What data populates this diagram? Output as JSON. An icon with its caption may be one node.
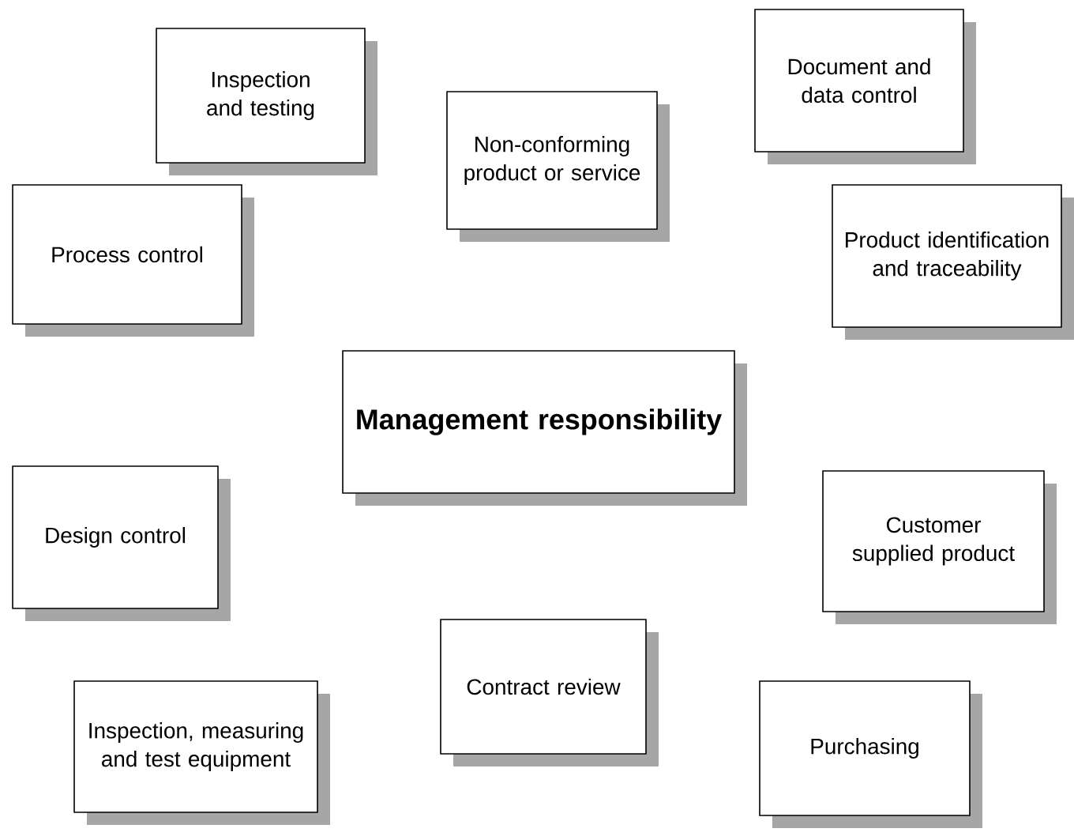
{
  "diagram": {
    "nodes": [
      {
        "text": [
          "Document and data control"
        ]
      },
      {
        "text": [
          "Inspection and testing"
        ]
      },
      {
        "text": [
          "Non-conforming product or service"
        ]
      },
      {
        "text": [
          "Process control"
        ]
      },
      {
        "text": [
          "Product identification and traceability"
        ]
      },
      {
        "text": [
          "Management responsibility"
        ]
      },
      {
        "text": [
          "Design control"
        ]
      },
      {
        "text": [
          "Customer supplied product"
        ]
      },
      {
        "text": [
          "Contract review"
        ]
      },
      {
        "text": [
          "Inspection, measuring and test equipment"
        ]
      },
      {
        "text": [
          "Purchasing"
        ]
      }
    ]
  }
}
